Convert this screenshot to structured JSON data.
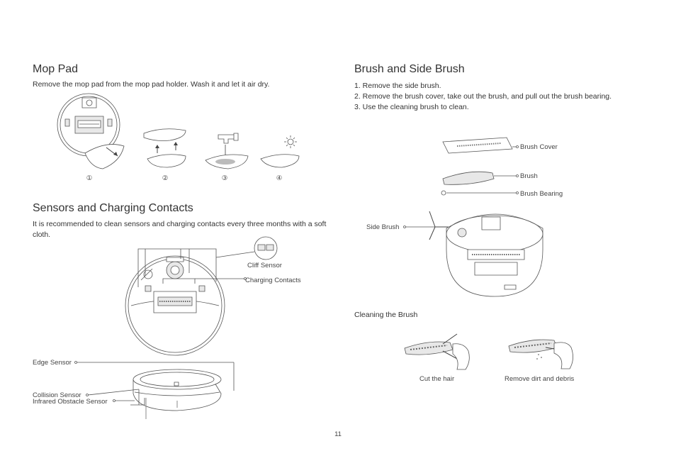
{
  "mop_pad": {
    "title": "Mop Pad",
    "description": "Remove the mop pad from the mop pad holder. Wash it and let it air dry.",
    "steps": [
      "①",
      "②",
      "③",
      "④"
    ]
  },
  "sensors": {
    "title": "Sensors and Charging Contacts",
    "description": "It is recommended to clean sensors and charging contacts every three months with a soft cloth.",
    "labels": {
      "cliff_sensor": "Cliff Sensor",
      "charging_contacts": "Charging Contacts",
      "edge_sensor": "Edge Sensor",
      "collision_sensor": "Collision Sensor",
      "infrared_sensor": "Infrared Obstacle Sensor"
    }
  },
  "brush": {
    "title": "Brush and Side Brush",
    "steps": [
      "1. Remove the side brush.",
      "2. Remove the brush cover, take out the brush, and pull out the brush bearing.",
      "3. Use the cleaning brush to clean."
    ],
    "labels": {
      "brush_cover": "Brush Cover",
      "brush": "Brush",
      "brush_bearing": "Brush Bearing",
      "side_brush": "Side Brush"
    },
    "cleaning": {
      "title": "Cleaning the Brush",
      "cut_hair": "Cut the hair",
      "remove_dirt": "Remove dirt and debris"
    }
  },
  "page_number": "11"
}
